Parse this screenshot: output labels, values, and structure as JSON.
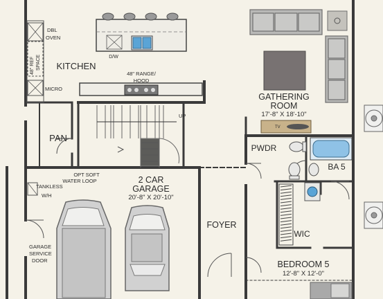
{
  "colors": {
    "wall": "#3a3a3a",
    "background": "#f5f2e8",
    "sofa": "#b9b9b7",
    "rug": "#787272",
    "counter": "#efede6",
    "sink": "#5aa4d6",
    "tub": "#8fc2e6",
    "car": "#c9c9c9",
    "bed": "#a9a9a9",
    "tv_stand": "#c8b28a"
  },
  "rooms": {
    "kitchen": {
      "name": "KITCHEN"
    },
    "gathering": {
      "name_line1": "GATHERING",
      "name_line2": "ROOM",
      "dims": "17'-8\" X 18'-10\""
    },
    "pantry": {
      "name": "PAN"
    },
    "garage": {
      "name_line1": "2 CAR",
      "name_line2": "GARAGE",
      "dims": "20'-8\" X 20'-10\""
    },
    "foyer": {
      "name": "FOYER"
    },
    "powder": {
      "name": "PWDR"
    },
    "bath5": {
      "name": "BA 5"
    },
    "wic": {
      "name": "WIC"
    },
    "bedroom5": {
      "name": "BEDROOM 5",
      "dims": "12'-8\" X 12'-0\""
    }
  },
  "notes": {
    "dbl_oven_1": "DBL",
    "dbl_oven_2": "OVEN",
    "ref_space_1": "48\" REF",
    "ref_space_2": "SPACE",
    "micro": "MICRO",
    "dw": "D/W",
    "range_1": "48\" RANGE/",
    "range_2": "HOOD",
    "up": "UP",
    "tv": "TV",
    "soft_water_1": "OPT SOFT",
    "soft_water_2": "WATER LOOP",
    "tankless_1": "TANKLESS",
    "tankless_2": "W/H",
    "garage_door_1": "GARAGE",
    "garage_door_2": "SERVICE",
    "garage_door_3": "DOOR"
  },
  "icons": [
    "bar-stool-icon",
    "sink-icon",
    "range-icon",
    "toilet-icon",
    "bathtub-icon",
    "vanity-sink-icon",
    "hvac-unit-icon",
    "car-icon",
    "sofa-icon",
    "bed-icon"
  ]
}
